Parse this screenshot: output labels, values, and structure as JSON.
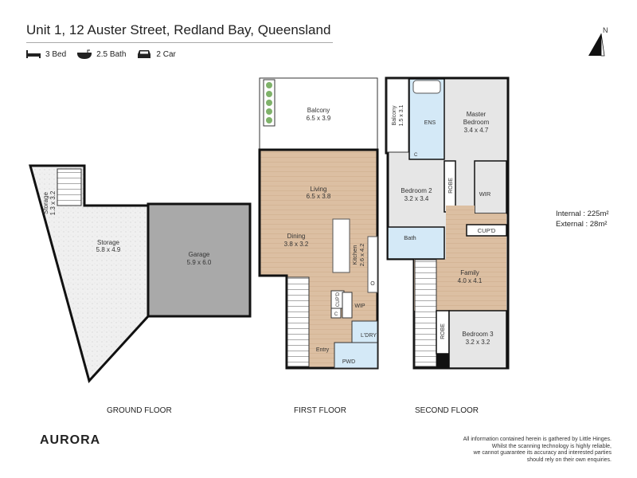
{
  "title": "Unit 1, 12 Auster Street, Redland Bay, Queensland",
  "specs": [
    {
      "icon": "bed-icon",
      "label": "3 Bed"
    },
    {
      "icon": "bath-icon",
      "label": "2.5 Bath"
    },
    {
      "icon": "car-icon",
      "label": "2 Car"
    }
  ],
  "north": "N",
  "areas": {
    "internal": "Internal : 225m²",
    "external": "External :  28m²"
  },
  "floors": [
    "GROUND FLOOR",
    "FIRST FLOOR",
    "SECOND FLOOR"
  ],
  "rooms": {
    "storage_small": {
      "name": "Storage",
      "dim": "1.3 x 3.2"
    },
    "storage": {
      "name": "Storage",
      "dim": "5.8 x 4.9"
    },
    "garage": {
      "name": "Garage",
      "dim": "5.9 x 6.0"
    },
    "balcony1": {
      "name": "Balcony",
      "dim": "6.5 x 3.9"
    },
    "living": {
      "name": "Living",
      "dim": "6.5 x 3.8"
    },
    "dining": {
      "name": "Dining",
      "dim": "3.8 x 3.2"
    },
    "kitchen": {
      "name": "Kitchen",
      "dim": "2.6 x 4.2"
    },
    "cupd1": "CUP'D",
    "c1": "C",
    "wip": "WIP",
    "ldry": "L'DRY",
    "entry": "Entry",
    "pwd": "PWD",
    "oven": "O",
    "balcony2": {
      "name": "Balcony",
      "dim": "1.5 x 3.1"
    },
    "ens": "ENS",
    "c2": "C",
    "master": {
      "name": "Master",
      "name2": "Bedroom",
      "dim": "3.4 x 4.7"
    },
    "bedroom2": {
      "name": "Bedroom 2",
      "dim": "3.2 x 3.4"
    },
    "robe1": "ROBE",
    "wir": "WIR",
    "cupd2": "CUP'D",
    "bath": "Bath",
    "family": {
      "name": "Family",
      "dim": "4.0 x 4.1"
    },
    "robe2": "ROBE",
    "bedroom3": {
      "name": "Bedroom 3",
      "dim": "3.2 x 3.2"
    }
  },
  "logo": "AURORA",
  "disclaimer": [
    "All information contained herein is gathered by Little Hinges.",
    "Whilst the scanning technology is highly reliable,",
    "we cannot guarantee its accuracy and interested parties",
    "should rely on their own enquiries."
  ]
}
